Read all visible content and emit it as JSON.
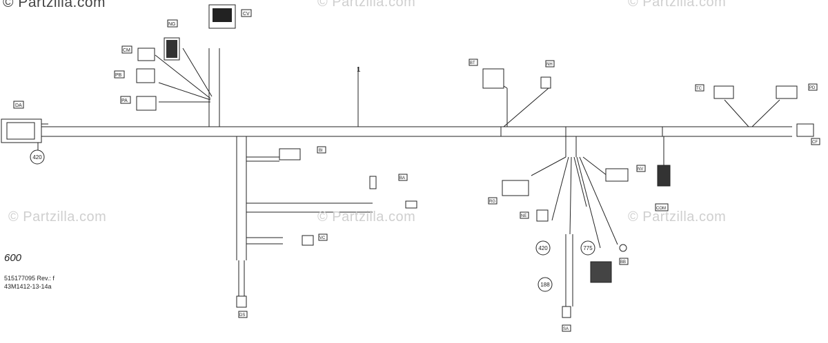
{
  "watermarks": {
    "top_left": "© Partzilla.com",
    "text": "© Partzilla.com"
  },
  "diagram_number": "600",
  "part_number": "515177095 Rev.: f",
  "drawing_code": "43M1412-13-14a",
  "main_line_label": "1",
  "circled_refs": [
    "420",
    "420",
    "775",
    "188"
  ],
  "connector_codes": {
    "DA": "DA",
    "CV": "CV",
    "NG": "NG",
    "CM": "CM",
    "PB": "PB",
    "PA": "PA",
    "BI": "BI",
    "BA": "BA",
    "VC": "VC",
    "DS": "DS",
    "BT": "BT",
    "NH": "NH",
    "TC": "TC",
    "PD": "PD",
    "CF": "CF",
    "NV": "NV",
    "RG": "RG",
    "NE": "NE",
    "COM": "COM",
    "BB": "BB",
    "SA": "SA"
  },
  "colors": {
    "line": "#222222",
    "box_fill": "#ffffff",
    "watermark": "#cfcfcf"
  }
}
